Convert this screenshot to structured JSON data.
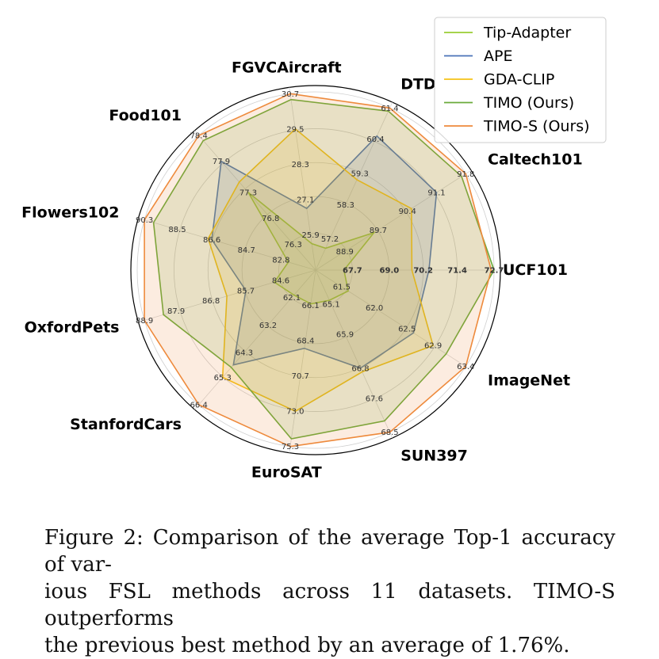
{
  "chart_data": {
    "type": "radar",
    "title": "",
    "axes": [
      "UCF101",
      "Caltech101",
      "DTD",
      "FGVCAircraft",
      "Food101",
      "Flowers102",
      "OxfordPets",
      "StanfordCars",
      "EuroSAT",
      "SUN397",
      "ImageNet"
    ],
    "ring_ticks": [
      [
        "67.7",
        "69.0",
        "70.2",
        "71.4",
        "72.7"
      ],
      [
        "88.9",
        "89.7",
        "90.4",
        "91.1",
        "91.8"
      ],
      [
        "57.2",
        "58.3",
        "59.3",
        "60.4",
        "61.4"
      ],
      [
        "25.9",
        "27.1",
        "28.3",
        "29.5",
        "30.7"
      ],
      [
        "76.3",
        "76.8",
        "77.3",
        "77.9",
        "78.4"
      ],
      [
        "82.8",
        "84.7",
        "86.6",
        "88.5",
        "90.3"
      ],
      [
        "84.6",
        "85.7",
        "86.8",
        "87.9",
        "88.9"
      ],
      [
        "62.1",
        "63.2",
        "64.3",
        "65.3",
        "66.4"
      ],
      [
        "66.1",
        "68.4",
        "70.7",
        "73.0",
        "75.3"
      ],
      [
        "65.1",
        "65.9",
        "66.8",
        "67.6",
        "68.5"
      ],
      [
        "61.5",
        "62.0",
        "62.5",
        "62.9",
        "63.4"
      ]
    ],
    "ranges": [
      [
        66.4,
        72.7
      ],
      [
        88.2,
        91.8
      ],
      [
        56.2,
        61.4
      ],
      [
        24.7,
        30.7
      ],
      [
        75.8,
        78.4
      ],
      [
        80.9,
        90.3
      ],
      [
        83.5,
        88.9
      ],
      [
        61.0,
        66.4
      ],
      [
        63.8,
        75.3
      ],
      [
        64.2,
        68.5
      ],
      [
        61.1,
        63.4
      ]
    ],
    "series": [
      {
        "name": "Tip-Adapter",
        "color": "#9acd32",
        "values": [
          67.4,
          89.6,
          56.9,
          25.6,
          77.3,
          82.4,
          84.8,
          62.0,
          66.0,
          65.0,
          61.6
        ]
      },
      {
        "name": "APE",
        "color": "#4a72b8",
        "values": [
          70.4,
          91.1,
          60.5,
          26.8,
          77.9,
          86.6,
          85.7,
          64.8,
          68.9,
          66.8,
          62.6
        ]
      },
      {
        "name": "GDA-CLIP",
        "color": "#f5c216",
        "values": [
          69.8,
          90.5,
          59.1,
          29.5,
          77.5,
          86.8,
          86.3,
          65.3,
          73.0,
          66.9,
          62.9
        ]
      },
      {
        "name": "TIMO (Ours)",
        "color": "#6aaa3a",
        "values": [
          72.7,
          91.7,
          61.3,
          30.5,
          78.3,
          89.8,
          88.3,
          64.9,
          74.8,
          68.2,
          63.1
        ]
      },
      {
        "name": "TIMO-S (Ours)",
        "color": "#ee8a3c",
        "values": [
          72.6,
          91.8,
          61.5,
          30.7,
          78.4,
          90.3,
          88.9,
          66.4,
          75.3,
          68.5,
          63.4
        ]
      }
    ],
    "legend_position": "top-right",
    "grid": true
  },
  "caption": {
    "lines": [
      "Figure 2: Comparison of the average Top-1 accuracy of var-",
      "ious FSL methods across 11 datasets. TIMO-S outperforms",
      "the previous best method by an average of 1.76%."
    ]
  }
}
